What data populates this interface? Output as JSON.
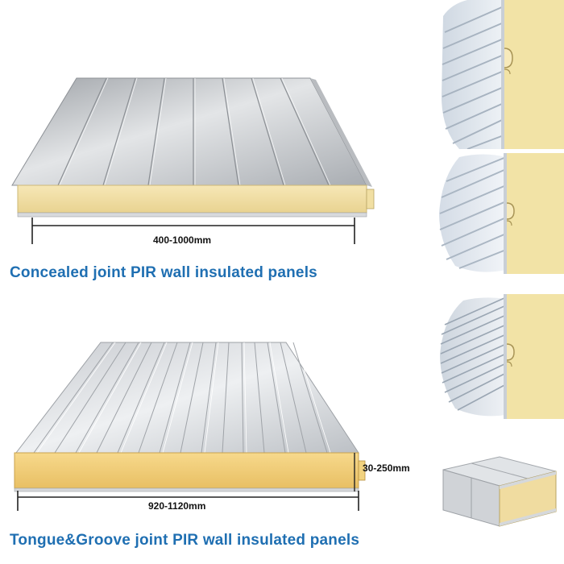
{
  "products": [
    {
      "caption": "Concealed joint PIR wall insulated panels",
      "width_range": "400-1000mm"
    },
    {
      "caption": "Tongue&Groove joint PIR wall insulated panels",
      "width_range": "920-1120mm",
      "thickness_range": "30-250mm"
    }
  ],
  "colors": {
    "caption_blue": "#1f6fb2",
    "foam_yellow": "#f1dfa3",
    "steel_silver": "#c9ccd0"
  }
}
